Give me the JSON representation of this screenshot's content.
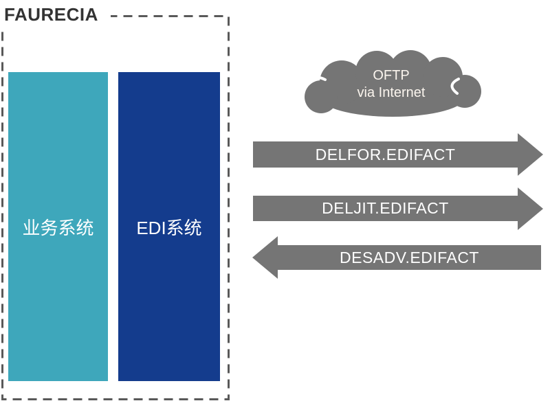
{
  "company": {
    "name": "FAURECIA"
  },
  "systems": [
    {
      "label": "业务系统",
      "color": "#3EA7BB"
    },
    {
      "label": "EDI系统",
      "color": "#143C8D"
    }
  ],
  "cloud": {
    "line1": "OFTP",
    "line2": "via Internet",
    "color": "#757575"
  },
  "messages": [
    {
      "label": "DELFOR.EDIFACT",
      "direction": "right"
    },
    {
      "label": "DELJIT.EDIFACT",
      "direction": "right"
    },
    {
      "label": "DESADV.EDIFACT",
      "direction": "left"
    }
  ],
  "colors": {
    "arrow_gray": "#757575",
    "business_teal": "#3EA7BB",
    "edi_blue": "#143C8D",
    "boundary_dash": "#595959",
    "company_text": "#333333"
  }
}
